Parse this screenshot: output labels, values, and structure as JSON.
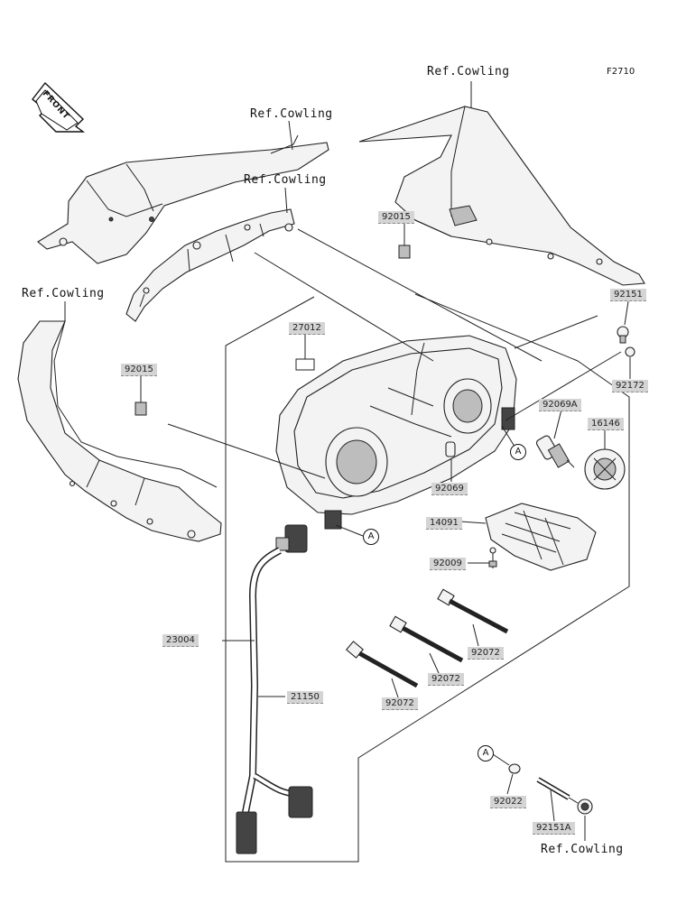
{
  "figure_code": "F2710",
  "front_label": "FRONT",
  "ref_labels": {
    "cowling_top_right": "Ref.Cowling",
    "cowling_top_left": "Ref.Cowling",
    "cowling_mid": "Ref.Cowling",
    "cowling_left": "Ref.Cowling",
    "cowling_bottom_right": "Ref.Cowling"
  },
  "callouts": {
    "a1": "A",
    "a2": "A",
    "a3": "A"
  },
  "parts": [
    {
      "id": "p27012",
      "number": "27012"
    },
    {
      "id": "p92015a",
      "number": "92015"
    },
    {
      "id": "p92015b",
      "number": "92015"
    },
    {
      "id": "p92151",
      "number": "92151"
    },
    {
      "id": "p92172",
      "number": "92172"
    },
    {
      "id": "p92069A",
      "number": "92069A"
    },
    {
      "id": "p16146",
      "number": "16146"
    },
    {
      "id": "p92069",
      "number": "92069"
    },
    {
      "id": "p14091",
      "number": "14091"
    },
    {
      "id": "p92009",
      "number": "92009"
    },
    {
      "id": "p23004",
      "number": "23004"
    },
    {
      "id": "p92072a",
      "number": "92072"
    },
    {
      "id": "p92072b",
      "number": "92072"
    },
    {
      "id": "p92072c",
      "number": "92072"
    },
    {
      "id": "p21150",
      "number": "21150"
    },
    {
      "id": "p92022",
      "number": "92022"
    },
    {
      "id": "p92151A",
      "number": "92151A"
    }
  ]
}
